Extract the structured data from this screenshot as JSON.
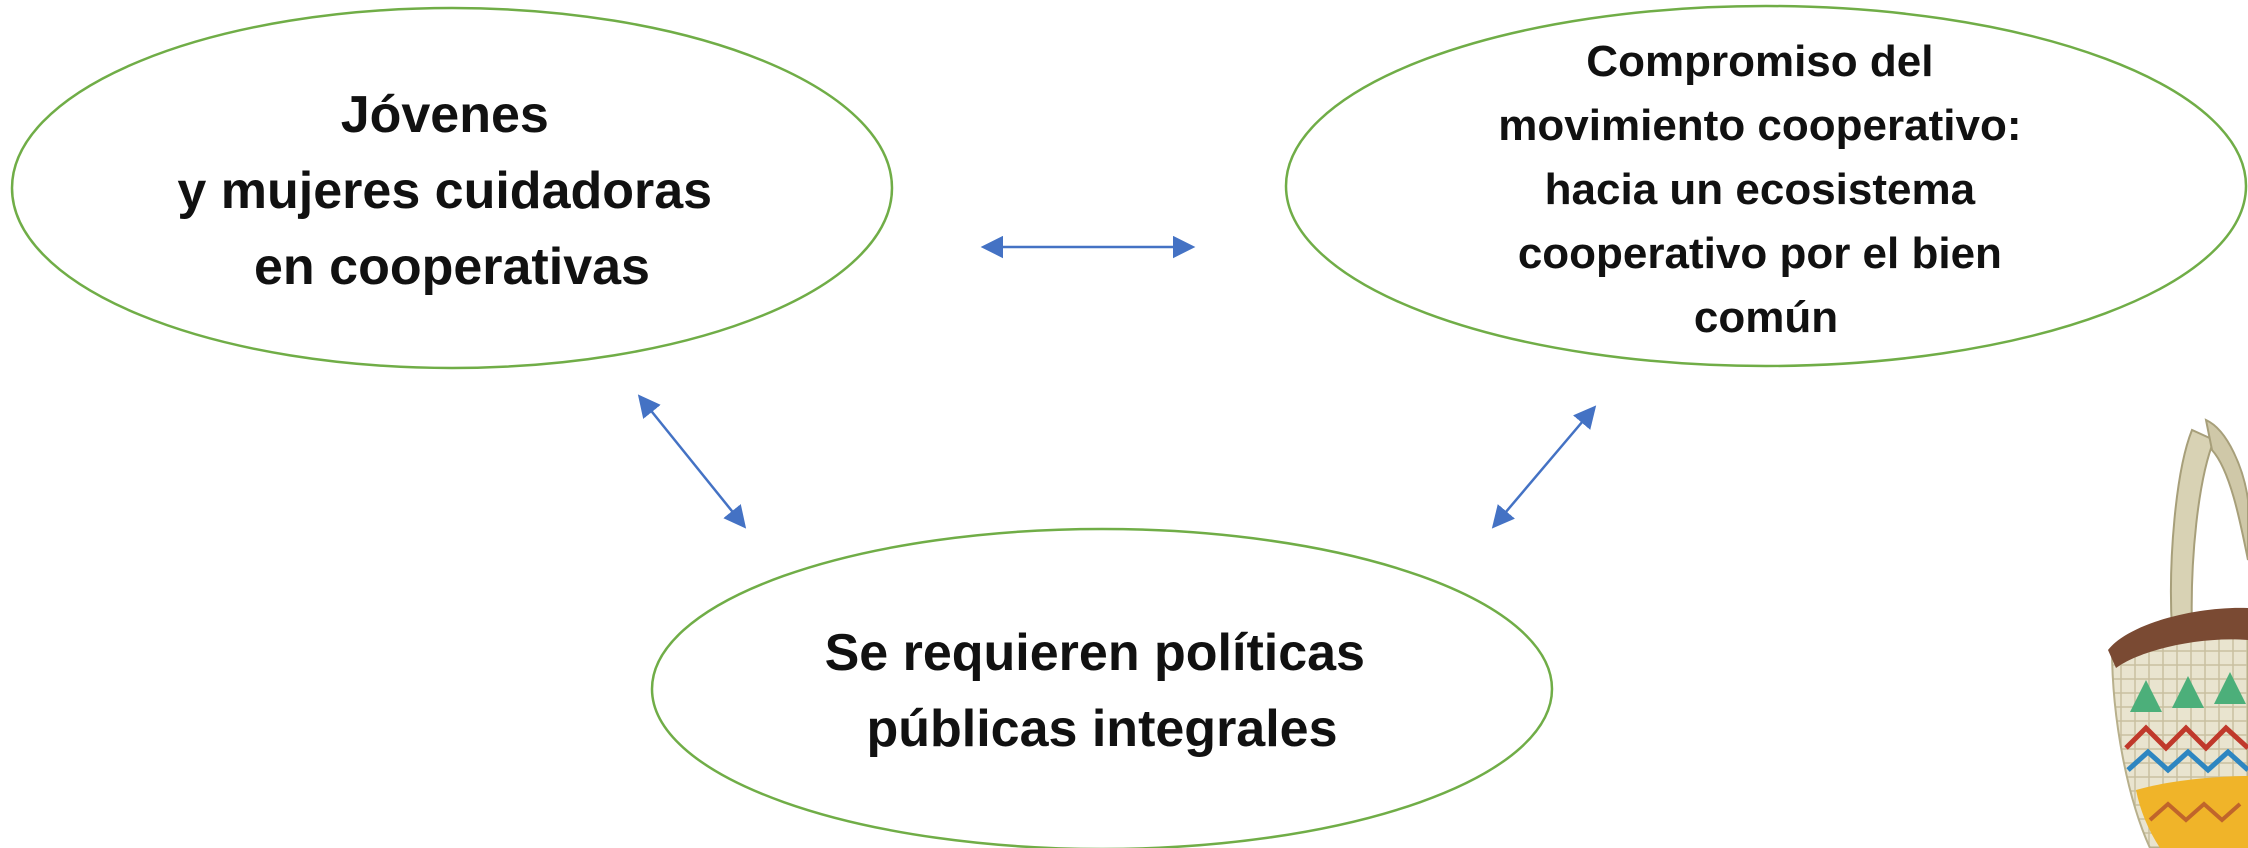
{
  "diagram": {
    "nodes": [
      {
        "id": "youth",
        "lines": [
          "Jóvenes",
          "y mujeres cuidadoras",
          "en cooperativas"
        ]
      },
      {
        "id": "commitment",
        "lines": [
          "Compromiso del",
          "movimiento cooperativo:",
          "hacia un ecosistema",
          "cooperativo por el bien",
          "común"
        ]
      },
      {
        "id": "policy",
        "lines": [
          "Se requieren políticas",
          "públicas integrales"
        ]
      }
    ],
    "edges": [
      {
        "from": "youth",
        "to": "commitment",
        "direction": "both"
      },
      {
        "from": "youth",
        "to": "policy",
        "direction": "both"
      },
      {
        "from": "commitment",
        "to": "policy",
        "direction": "both"
      }
    ]
  },
  "style": {
    "ellipse_stroke": "#70ad47",
    "arrow_color": "#4472c4",
    "text_color": "#111111"
  },
  "decoration": {
    "icon": "woven-bag-illustration"
  }
}
